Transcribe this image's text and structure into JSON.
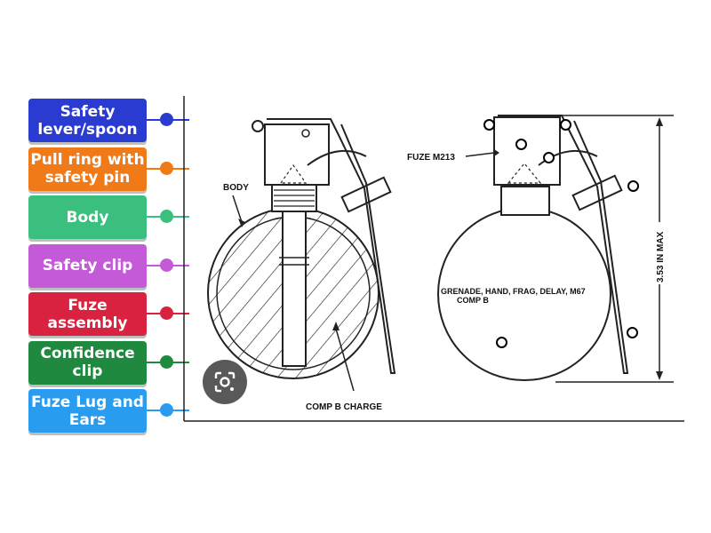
{
  "labels": [
    {
      "text": "Safety lever/spoon",
      "color": "#2a3bd1"
    },
    {
      "text": "Pull ring with safety pin",
      "color": "#f07a17"
    },
    {
      "text": "Body",
      "color": "#3bbf7f"
    },
    {
      "text": "Safety clip",
      "color": "#c45ad8"
    },
    {
      "text": "Fuze assembly",
      "color": "#d9223f"
    },
    {
      "text": "Confidence clip",
      "color": "#1f8a3f"
    },
    {
      "text": "Fuze Lug and Ears",
      "color": "#2a9cf0"
    }
  ],
  "diagram": {
    "body_label": "BODY",
    "charge_label": "COMP B CHARGE",
    "fuze_label": "FUZE M213",
    "dimension_label": "3.53 IN MAX",
    "marking_line1": "GRENADE, HAND, FRAG, DELAY, M67",
    "marking_line2": "COMP B"
  },
  "lens_icon": "visual-search-icon"
}
